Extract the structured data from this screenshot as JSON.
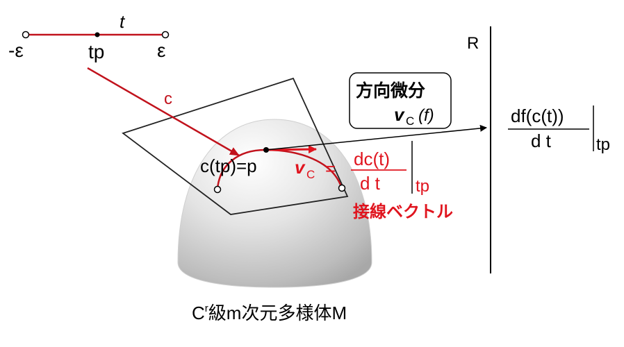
{
  "interval": {
    "param_label": "t",
    "left_label": "-ε",
    "mid_label": "tp",
    "right_label": "ε"
  },
  "curve_label": "c",
  "point_label": "c(tp)=p",
  "tangent": {
    "v_symbol": "v",
    "v_sub": "C",
    "equals": "=",
    "numerator": "dc(t)",
    "denominator": "d t",
    "eval_at": "tp",
    "caption": "接線ベクトル"
  },
  "directional_derivative": {
    "title": "方向微分",
    "v_symbol": "v",
    "v_sub": "C",
    "arg": "(f)"
  },
  "real_line_label": "R",
  "derivative": {
    "numerator": "df(c(t))",
    "denominator": "d t",
    "eval_at": "tp"
  },
  "manifold_label": {
    "c": "C",
    "r": "r",
    "rest": "級m次元多様体M"
  },
  "colors": {
    "curve_red": "#c1121c",
    "tangent_red": "#e0141e",
    "line": "#000000",
    "plane": "#222222"
  }
}
